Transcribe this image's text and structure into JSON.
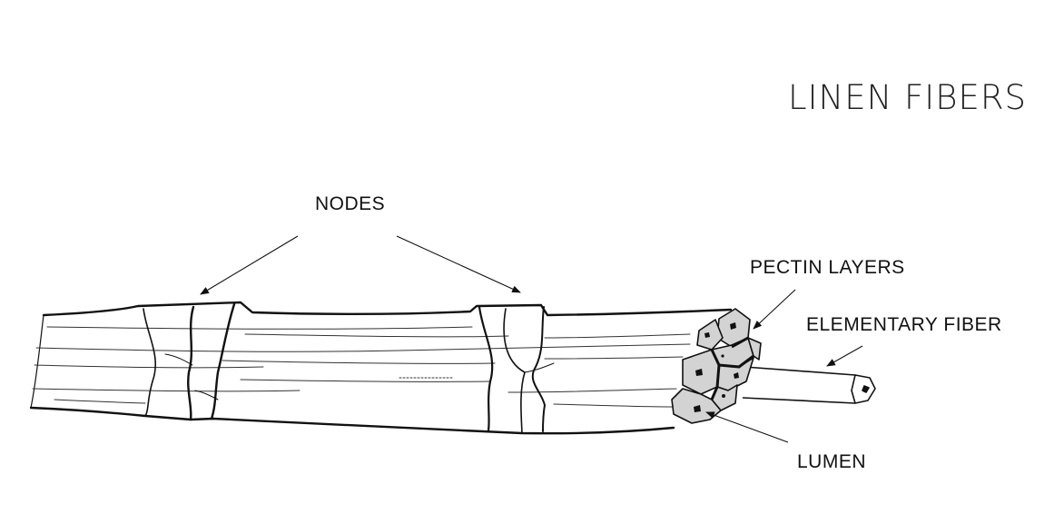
{
  "title": "LINEN FIBERS",
  "labels": {
    "nodes": "NODES",
    "pectin_layers": "PECTIN LAYERS",
    "elementary_fiber": "ELEMENTARY FIBER",
    "lumen": "LUMEN"
  },
  "colors": {
    "ink": "#111111",
    "cell_fill": "#d3d3d3",
    "background": "#ffffff"
  }
}
